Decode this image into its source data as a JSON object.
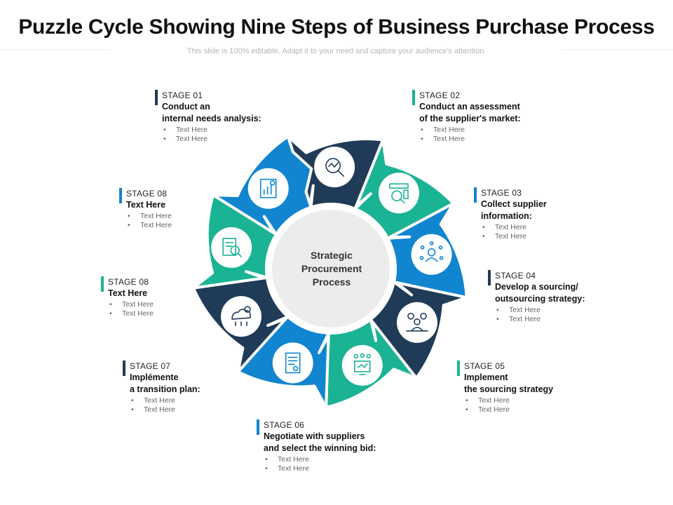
{
  "title": "Puzzle Cycle Showing Nine Steps of Business Purchase Process",
  "subtitle": "This slide is 100% editable. Adapt it to your need and capture your audience's attention.",
  "center_label": "Strategic\nProcurement\nProcess",
  "colors": {
    "navy": "#1f3b57",
    "teal": "#1ab394",
    "blue": "#1185d0",
    "center_fill": "#ececec"
  },
  "stages": [
    {
      "label": "STAGE  01",
      "heading": "Conduct an\ninternal needs analysis:",
      "bullets": [
        "Text Here",
        "Text Here"
      ],
      "color": "#1f3b57"
    },
    {
      "label": "STAGE  02",
      "heading": "Conduct an assessment\nof the supplier's market:",
      "bullets": [
        "Text Here",
        "Text Here"
      ],
      "color": "#1ab394"
    },
    {
      "label": "STAGE  03",
      "heading": "Collect supplier\ninformation:",
      "bullets": [
        "Text Here",
        "Text Here"
      ],
      "color": "#1185d0"
    },
    {
      "label": "STAGE  04",
      "heading": "Develop a sourcing/\noutsourcing strategy:",
      "bullets": [
        "Text Here",
        "Text Here"
      ],
      "color": "#1f3b57"
    },
    {
      "label": "STAGE  05",
      "heading": "Implement\nthe sourcing strategy",
      "bullets": [
        "Text Here",
        "Text Here"
      ],
      "color": "#1ab394"
    },
    {
      "label": "STAGE  06",
      "heading": "Negotiate with suppliers\nand select the winning bid:",
      "bullets": [
        "Text Here",
        "Text Here"
      ],
      "color": "#1185d0"
    },
    {
      "label": "STAGE  07",
      "heading": "Implémente\na transition plan:",
      "bullets": [
        "Text Here",
        "Text Here"
      ],
      "color": "#1f3b57"
    },
    {
      "label": "STAGE  08",
      "heading": "Text Here",
      "bullets": [
        "Text Here",
        "Text Here"
      ],
      "color": "#1ab394"
    },
    {
      "label": "STAGE  08",
      "heading": "Text Here",
      "bullets": [
        "Text Here",
        "Text Here"
      ],
      "color": "#1185d0"
    }
  ],
  "segments": [
    {
      "color": "#1f3b57",
      "icon": "magnifier-chart-icon"
    },
    {
      "color": "#1ab394",
      "icon": "market-analysis-icon"
    },
    {
      "color": "#1185d0",
      "icon": "network-person-icon"
    },
    {
      "color": "#1f3b57",
      "icon": "team-meeting-icon"
    },
    {
      "color": "#1ab394",
      "icon": "monitor-network-icon"
    },
    {
      "color": "#1185d0",
      "icon": "contract-document-icon"
    },
    {
      "color": "#1f3b57",
      "icon": "gear-cloud-icon"
    },
    {
      "color": "#1ab394",
      "icon": "document-search-icon"
    },
    {
      "color": "#1185d0",
      "icon": "growth-chart-icon"
    }
  ]
}
